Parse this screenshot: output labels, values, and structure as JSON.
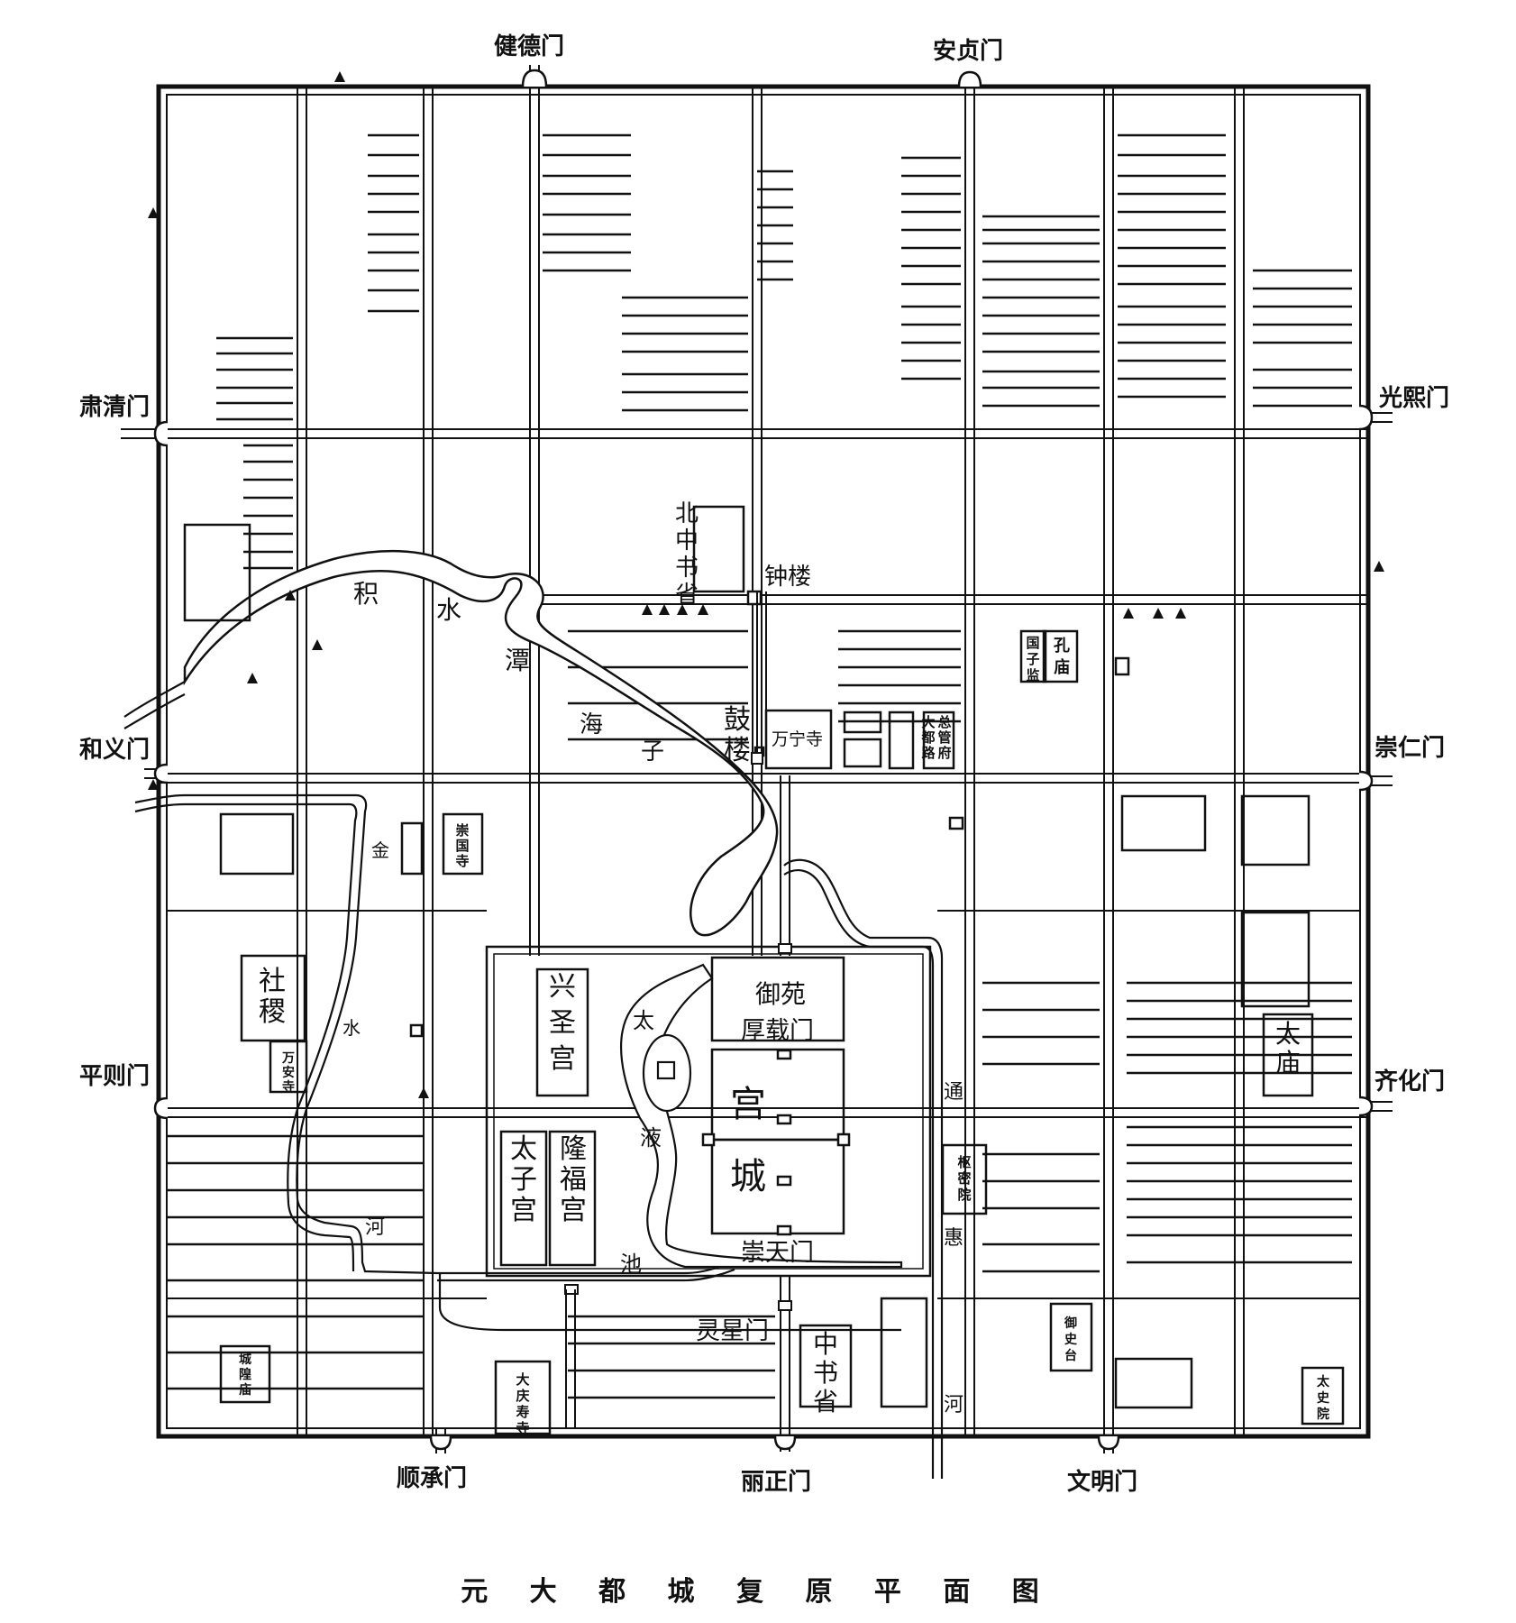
{
  "title": "元 大 都 城 复 原 平 面 图",
  "gates": {
    "jiande": "健德门",
    "anzhen": "安贞门",
    "suqing": "肃清门",
    "guangxi": "光熙门",
    "heyi": "和义门",
    "chongren": "崇仁门",
    "pingze": "平则门",
    "qihua": "齐化门",
    "shuncheng": "顺承门",
    "lizheng": "丽正门",
    "wenming": "文明门"
  },
  "inner_gates": {
    "houzai": "厚载门",
    "chongtian": "崇天门",
    "lingxing": "灵星门"
  },
  "buildings": {
    "north_zhongshu": "北中书省",
    "zhonglou": "钟楼",
    "gulou": "鼓楼",
    "wanning": "万宁寺",
    "zongguan": "总管府",
    "dadu": "大都路",
    "guozijian": "国子监",
    "kongmiao": "孔庙",
    "shenglian": "崇国寺",
    "sheji": "社稷",
    "wanan": "万安寺",
    "xingsheng": "兴圣宫",
    "yuyuan": "御苑",
    "gongcheng": "宫城",
    "taizi": "太子宫",
    "longfu": "隆福宫",
    "taimiao": "太庙",
    "shumi": "枢密院",
    "yushi": "御史台",
    "taishi": "太史院",
    "zhongshu": "中书省",
    "daqing": "大庆寿寺",
    "chenghuang": "城隍庙"
  },
  "water": {
    "jishuitan": "积水潭",
    "haizi": "海子",
    "jinshui": "金水",
    "he": "河",
    "taiyechi": "太液池",
    "tonghui": "通惠河"
  }
}
